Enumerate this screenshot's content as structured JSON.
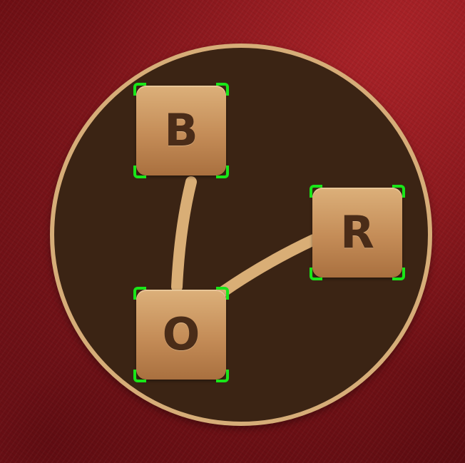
{
  "board": {
    "tiles": [
      {
        "id": "tile-b",
        "letter": "B"
      },
      {
        "id": "tile-r",
        "letter": "R"
      },
      {
        "id": "tile-o",
        "letter": "O"
      }
    ],
    "links": [
      {
        "from": "B",
        "to": "O"
      },
      {
        "from": "O",
        "to": "R"
      }
    ]
  },
  "colors": {
    "background": "#8e1a20",
    "board_fill": "#3b2414",
    "board_rim": "#d6ad78",
    "tile_top": "#dcb07a",
    "tile_bottom": "#a9703f",
    "letter": "#4a2c18",
    "link": "#d9ae76",
    "selection": "#19e619"
  }
}
